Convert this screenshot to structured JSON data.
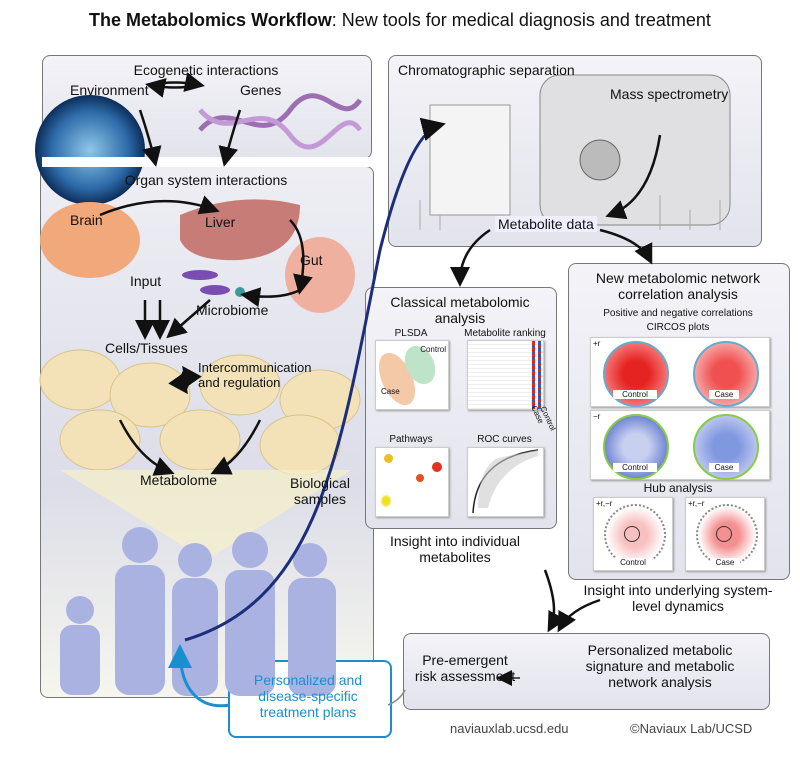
{
  "title": {
    "bold": "The Metabolomics Workflow",
    "rest": ": New tools for medical diagnosis and treatment"
  },
  "ecogenetic": {
    "title": "Ecogenetic interactions",
    "environment": "Environment",
    "genes": "Genes"
  },
  "organ": {
    "title": "Organ system interactions",
    "brain": "Brain",
    "liver": "Liver",
    "gut": "Gut",
    "input": "Input",
    "microbiome": "Microbiome",
    "cells": "Cells/Tissues",
    "intercom": "Intercommunication and regulation",
    "metabolome": "Metabolome"
  },
  "biological_samples": "Biological samples",
  "chromatography": {
    "title": "Chromatographic separation",
    "mass_spec": "Mass spectrometry",
    "metabolite_data": "Metabolite data"
  },
  "classical": {
    "title": "Classical metabolomic analysis",
    "plsda": "PLSDA",
    "control": "Control",
    "case": "Case",
    "ranking": "Metabolite ranking",
    "rank_case": "Case",
    "rank_control": "Control",
    "pathways": "Pathways",
    "roc": "ROC curves",
    "insight": "Insight into individual metabolites"
  },
  "network": {
    "title": "New metabolomic network correlation analysis",
    "subtitle": "Positive and negative correlations",
    "circos": "CIRCOS plots",
    "pos_r": "+r",
    "neg_r": "−r",
    "control": "Control",
    "case": "Case",
    "hub": "Hub analysis",
    "hub_r": "+r,−r",
    "insight": "Insight into underlying system-level dynamics"
  },
  "result": {
    "risk": "Pre-emergent risk assessment",
    "signature": "Personalized metabolic signature and metabolic network analysis"
  },
  "treatment": "Personalized and disease-specific treatment plans",
  "footer": {
    "url": "naviauxlab.ucsd.edu",
    "credit": "©Naviaux Lab/UCSD"
  },
  "colors": {
    "accent_blue": "#1a8fd0",
    "positive_r": "#e52421",
    "negative_r": "#3358b5",
    "box_border": "#777777"
  }
}
